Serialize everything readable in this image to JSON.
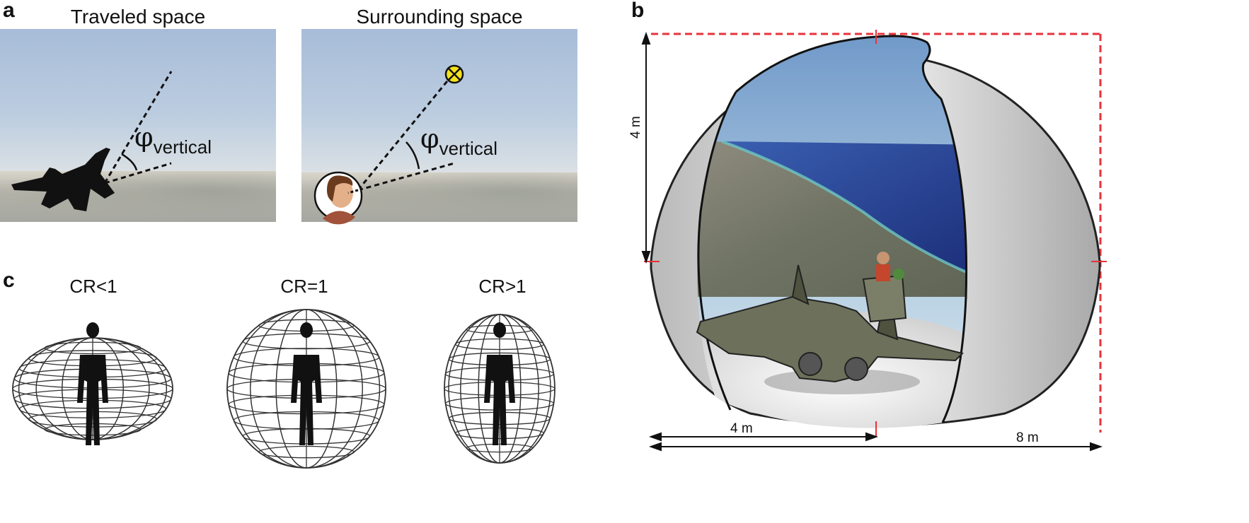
{
  "panel_a": {
    "letter": "a",
    "left_title": "Traveled space",
    "right_title": "Surrounding space",
    "angle_symbol": "φ",
    "angle_subscript": "vertical"
  },
  "panel_b": {
    "letter": "b",
    "height_label": "4 m",
    "radius_label": "4 m",
    "width_label": "8 m"
  },
  "panel_c": {
    "letter": "c",
    "labels": [
      "CR<1",
      "CR=1",
      "CR>1"
    ]
  },
  "colors": {
    "red_dashed": "#e8323a",
    "target_yellow": "#f3e21c"
  }
}
